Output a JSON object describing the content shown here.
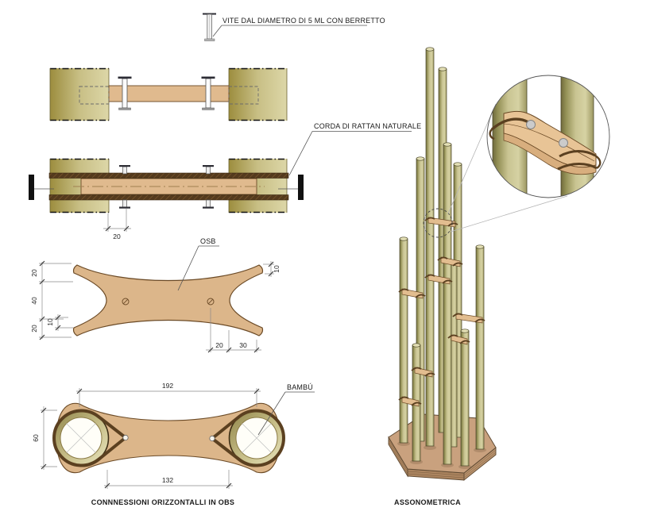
{
  "annotations": {
    "screw_note": "VITE DAL DIAMETRO DI 5 ML CON BERRETTO",
    "rattan_note": "CORDA DI RATTAN NATURALE",
    "osb_label": "OSB",
    "bamboo_label": "BAMBÚ"
  },
  "captions": {
    "left": "CONNNESSIONI ORIZZONTALLI IN OBS",
    "right": "ASSONOMETRICA"
  },
  "dimensions": {
    "connector_inset": "20",
    "osb": {
      "left_top": "20",
      "left_middle": "40",
      "left_bottom": "20",
      "horn_left": "10",
      "horn_right": "10",
      "bottom_inner": "20",
      "bottom_outer": "30"
    },
    "plan": {
      "overall": "192",
      "diameter": "60",
      "clear_span": "132"
    }
  },
  "colors": {
    "wood_tan": "#e0ba8e",
    "osb_tan": "#dcb68a",
    "bamboo_light": "#d6cf9c",
    "bamboo_dark": "#a0913f",
    "rattan_brown": "#543a1d",
    "base_top": "#c9a17e"
  }
}
